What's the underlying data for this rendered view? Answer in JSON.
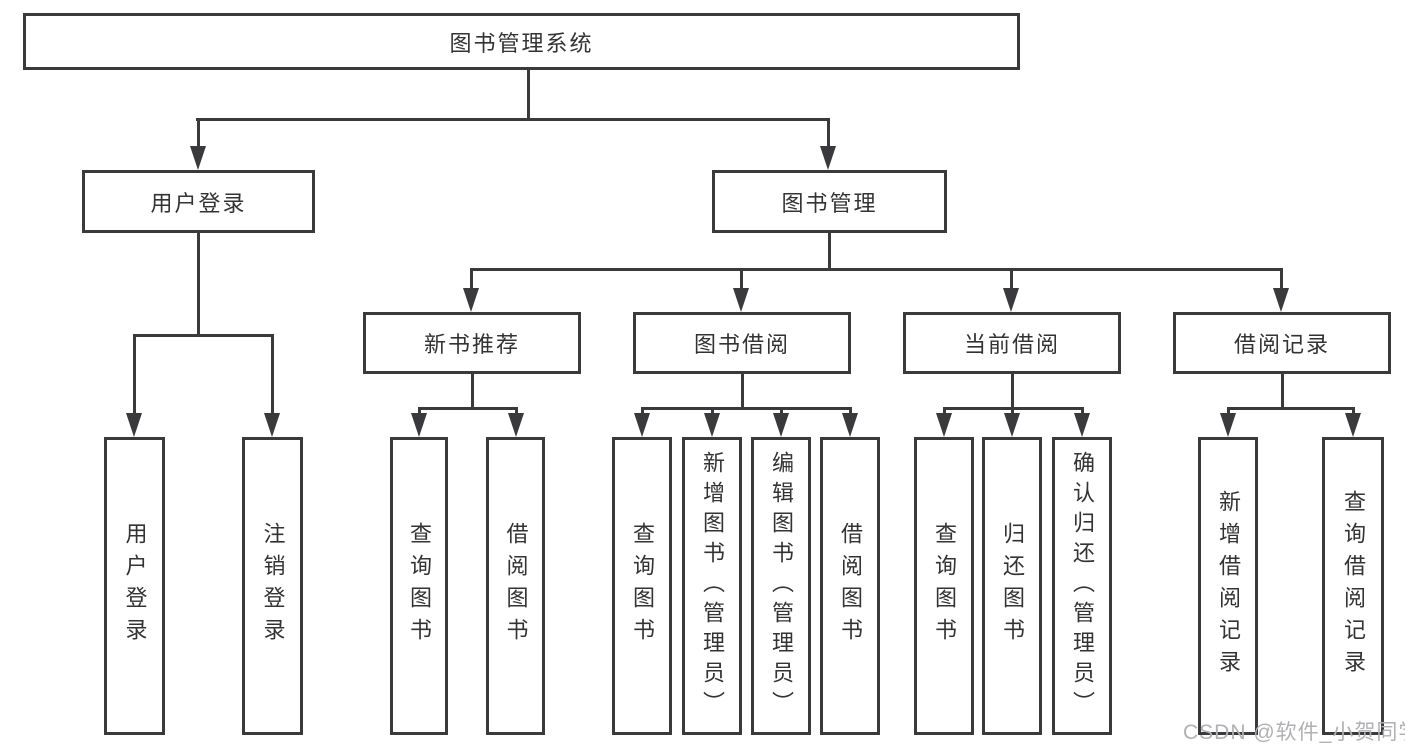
{
  "tree": {
    "root": {
      "label": "图书管理系统",
      "children": [
        {
          "label": "用户登录",
          "children": [
            {
              "label": "用户登录"
            },
            {
              "label": "注销登录"
            }
          ]
        },
        {
          "label": "图书管理",
          "children": [
            {
              "label": "新书推荐",
              "children": [
                {
                  "label": "查询图书"
                },
                {
                  "label": "借阅图书"
                }
              ]
            },
            {
              "label": "图书借阅",
              "children": [
                {
                  "label": "查询图书"
                },
                {
                  "label": "新增图书（管理员）"
                },
                {
                  "label": "编辑图书（管理员）"
                },
                {
                  "label": "借阅图书"
                }
              ]
            },
            {
              "label": "当前借阅",
              "children": [
                {
                  "label": "查询图书"
                },
                {
                  "label": "归还图书"
                },
                {
                  "label": "确认归还（管理员）"
                }
              ]
            },
            {
              "label": "借阅记录",
              "children": [
                {
                  "label": "新增借阅记录"
                },
                {
                  "label": "查询借阅记录"
                }
              ]
            }
          ]
        }
      ]
    }
  },
  "watermark": {
    "text": "CSDN @软件_小贺同学"
  },
  "colors": {
    "line": "#3a3a3c",
    "text": "#333333",
    "box_background": "#ffffff",
    "watermark": "#b1b1b5",
    "page_background": "#ffffff"
  }
}
